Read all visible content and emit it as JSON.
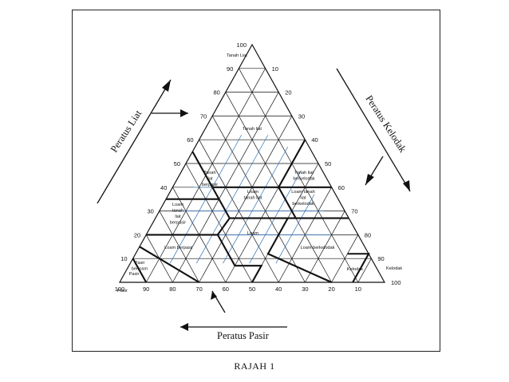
{
  "figure_caption": "RAJAH 1",
  "axis_labels": {
    "clay": "Peratus Liat",
    "silt": "Peratus Kelodak",
    "sand": "Peratus Pasir"
  },
  "ticks": {
    "clay_left": [
      "10",
      "20",
      "30",
      "40",
      "50",
      "60",
      "70",
      "80",
      "90",
      "100"
    ],
    "silt_right": [
      "10",
      "20",
      "30",
      "40",
      "50",
      "60",
      "70",
      "80",
      "90",
      "100"
    ],
    "sand_bottom": [
      "100",
      "90",
      "80",
      "70",
      "60",
      "50",
      "40",
      "30",
      "20",
      "10"
    ]
  },
  "corner_labels": {
    "top": "Tanah Liat",
    "bottom_left": "Pasir",
    "bottom_right": "Kelodak"
  },
  "texture_classes": [
    {
      "id": "clay",
      "lines": [
        "Tanah liat"
      ]
    },
    {
      "id": "sandy-clay",
      "lines": [
        "Tanah",
        "liat",
        "berpasir"
      ]
    },
    {
      "id": "silty-clay",
      "lines": [
        "Tanah liat",
        "berkelodak"
      ]
    },
    {
      "id": "clay-loam",
      "lines": [
        "Loam",
        "tanah liat"
      ]
    },
    {
      "id": "sandy-clay-loam",
      "lines": [
        "Loam",
        "tanah",
        "liat",
        "berpasir"
      ]
    },
    {
      "id": "silty-clay-loam",
      "lines": [
        "Loam tanah",
        "liat",
        "berkelodak"
      ]
    },
    {
      "id": "loam",
      "lines": [
        "Loam"
      ]
    },
    {
      "id": "sandy-loam",
      "lines": [
        "Loam berpasir"
      ]
    },
    {
      "id": "silt-loam",
      "lines": [
        "Loam berkelodak"
      ]
    },
    {
      "id": "loamy-sand",
      "lines": [
        "Pasir",
        "berloam"
      ]
    },
    {
      "id": "sand",
      "lines": [
        "Pasir"
      ]
    },
    {
      "id": "silt",
      "lines": [
        "Kelodak"
      ]
    }
  ],
  "colors": {
    "ink": "#111111",
    "guide": "#2f6fb5",
    "paper": "#ffffff"
  }
}
